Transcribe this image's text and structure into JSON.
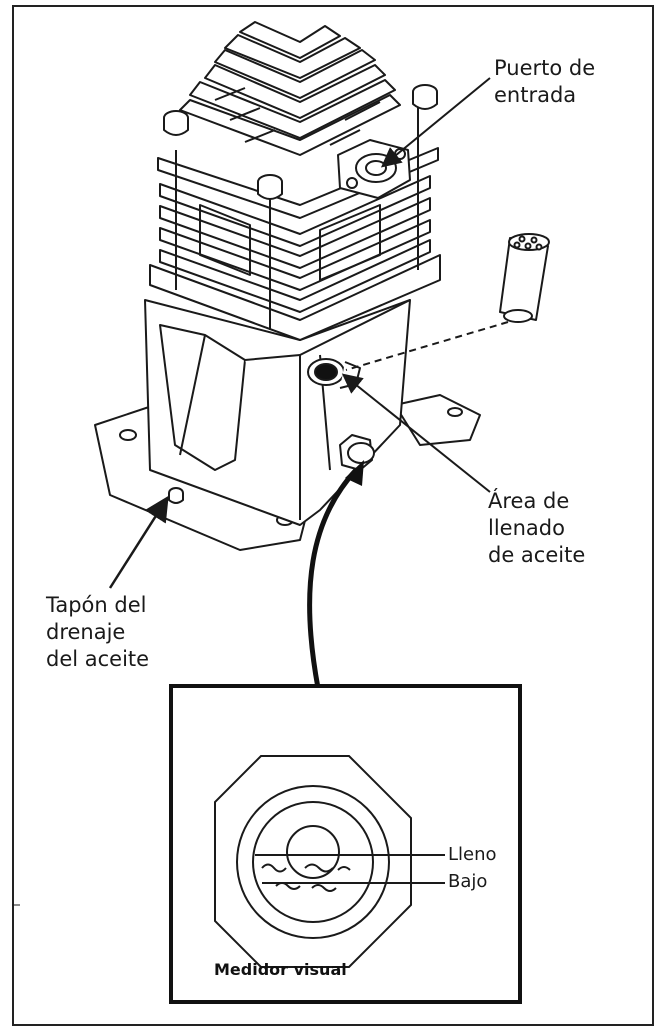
{
  "labels": {
    "inlet_port": "Puerto de\nentrada",
    "oil_fill_area": "Área de\nllenado\nde aceite",
    "oil_drain_plug": "Tapón del\ndrenaje\ndel aceite",
    "full": "Lleno",
    "low": "Bajo",
    "sight_gauge": "Medidor visual"
  },
  "colors": {
    "line": "#1a1a1a",
    "background": "#ffffff"
  }
}
